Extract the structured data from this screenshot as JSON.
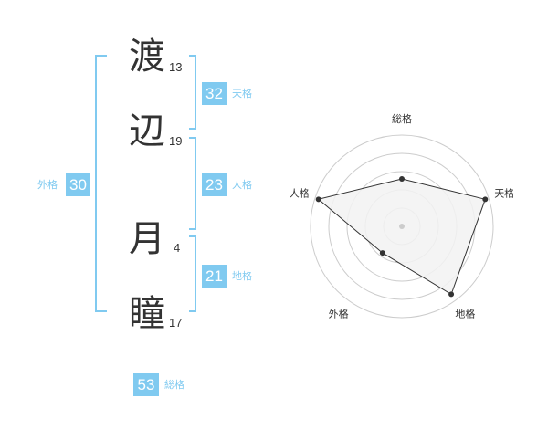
{
  "name": {
    "chars": [
      {
        "char": "渡",
        "strokes": "13"
      },
      {
        "char": "辺",
        "strokes": "19"
      },
      {
        "char": "月",
        "strokes": "4"
      },
      {
        "char": "瞳",
        "strokes": "17"
      }
    ]
  },
  "fortune": {
    "tenkaku": {
      "value": "32",
      "label": "天格"
    },
    "jinkaku": {
      "value": "23",
      "label": "人格"
    },
    "chikaku": {
      "value": "21",
      "label": "地格"
    },
    "gaikaku": {
      "value": "30",
      "label": "外格"
    },
    "soukaku": {
      "value": "53",
      "label": "総格"
    }
  },
  "chart_data": {
    "type": "radar",
    "axes": [
      "総格",
      "天格",
      "地格",
      "外格",
      "人格"
    ],
    "values": [
      2.6,
      4.8,
      4.6,
      1.8,
      4.8
    ],
    "max": 5,
    "rings": 5,
    "colors": {
      "fill": "#f2f2f2",
      "line": "#333333",
      "ring": "#cccccc",
      "center": "#cccccc"
    }
  }
}
